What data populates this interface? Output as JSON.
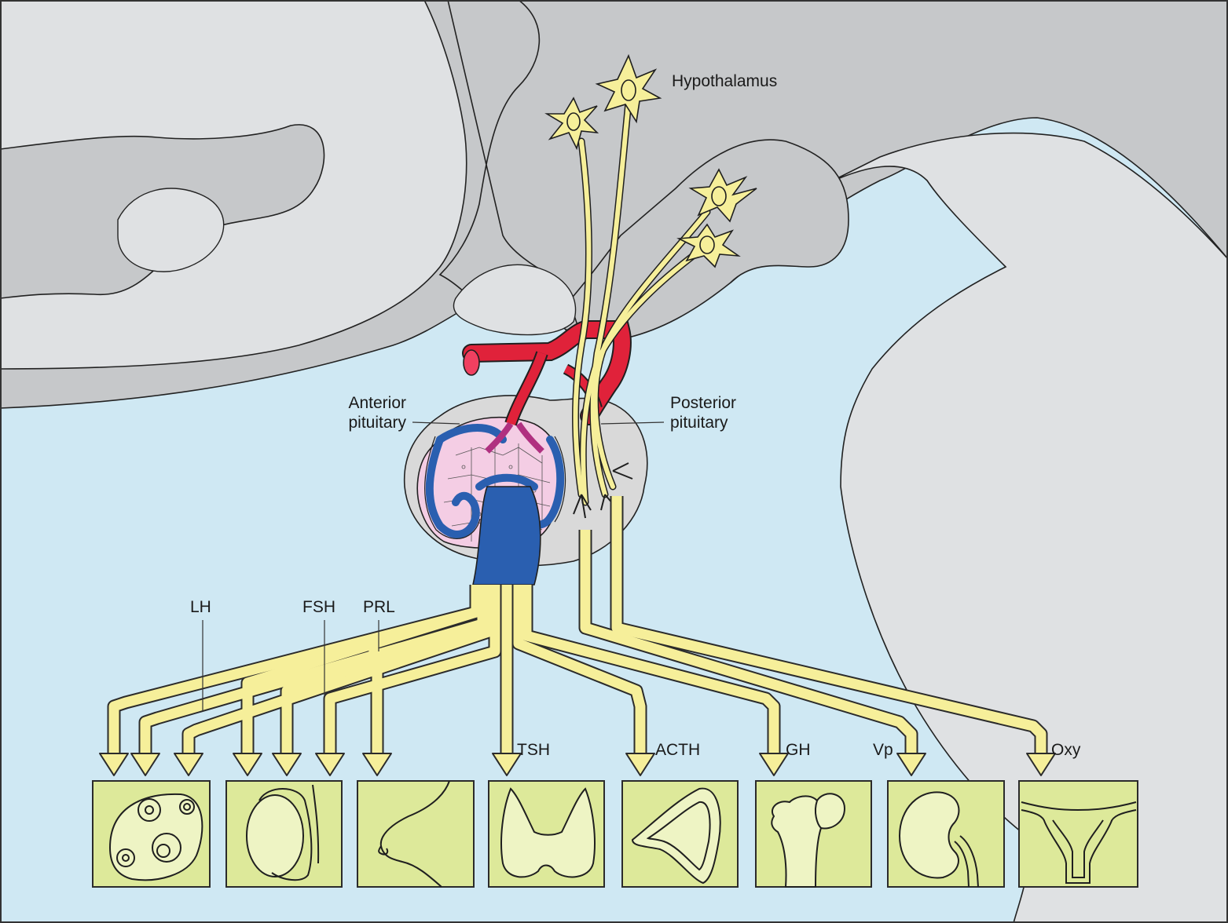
{
  "labels": {
    "hypothalamus": "Hypothalamus",
    "anterior_line1": "Anterior",
    "anterior_line2": "pituitary",
    "posterior_line1": "Posterior",
    "posterior_line2": "pituitary",
    "lh": "LH",
    "fsh": "FSH",
    "prl": "PRL",
    "tsh": "TSH",
    "acth": "ACTH",
    "gh": "GH",
    "vp": "Vp",
    "oxy": "Oxy"
  },
  "colors": {
    "background_tissue": "#cfe8f3",
    "brain_gray": "#c9cbcd",
    "brain_light": "#e3e5e7",
    "neuron_yellow": "#f6ef9a",
    "artery_red": "#e0223a",
    "vein_blue": "#2a5fb0",
    "gland_pink": "#f4cde4",
    "target_box": "#dde99a"
  },
  "targets": [
    "ovary-icon",
    "testis-icon",
    "breast-icon",
    "thyroid-icon",
    "adrenal-icon",
    "bone-icon",
    "kidney-icon",
    "uterus-icon"
  ]
}
